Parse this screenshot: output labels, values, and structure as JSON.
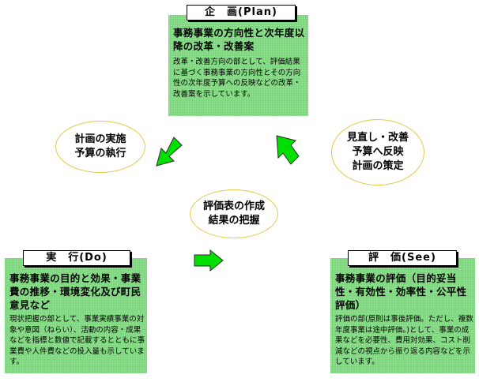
{
  "plan": {
    "title": "企　画(Plan)",
    "heading": "事務事業の方向性と次年度以降の改革・改善案",
    "body": "改革・改善方向の部として、評価結果に基づく事務事業の方向性とその方向性の次年度予算への反映などの改革・改善案を示しています。"
  },
  "do": {
    "title": "実　行(Do)",
    "heading": "事務事業の目的と効果・事業費の推移・環境変化及び町民意見など",
    "body": "現状把握の部として、事業実績事業の対象や意図（ねらい）、活動の内容・成果などを指標と数値で記載するとともに事業費や人件費などの投入量も示しています。"
  },
  "see": {
    "title": "評　価(See)",
    "heading": "事務事業の評価（目的妥当性・有効性・効率性・公平性評価）",
    "body": "評価の部(原則は事後評価。ただし、複数年度事業は途中評価。)として、事業の成果などを必要性、費用対効果、コスト削減などの視点から振り返る内容などを示しています。"
  },
  "ovals": {
    "execution": [
      "計画の実施",
      "予算の執行"
    ],
    "review": [
      "見直し・改善",
      "予算へ反映",
      "計画の策定"
    ],
    "center": [
      "評価表の作成",
      "結果の把握"
    ]
  },
  "colors": {
    "panel": "#7fd87f",
    "arrow": "#00e000",
    "oval_border": "#e6c84a"
  }
}
